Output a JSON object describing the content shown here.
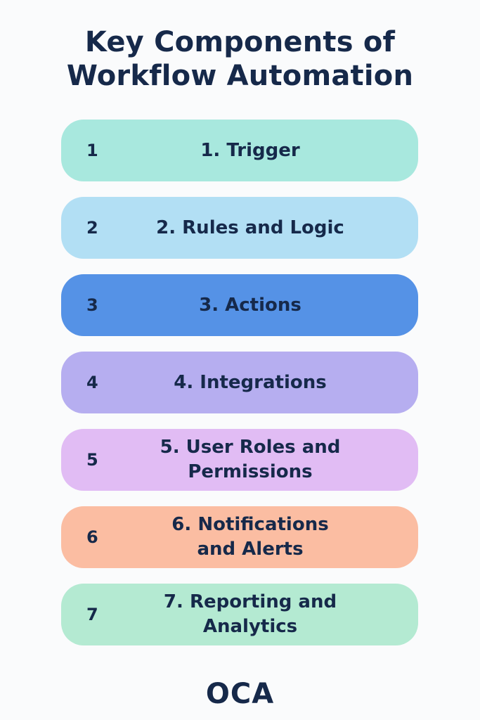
{
  "title": "Key Components of\nWorkflow Automation",
  "items": [
    {
      "number": "1",
      "label": "1. Trigger",
      "color": "#a8e8de"
    },
    {
      "number": "2",
      "label": "2. Rules and Logic",
      "color": "#b2dff4"
    },
    {
      "number": "3",
      "label": "3. Actions",
      "color": "#5592e6"
    },
    {
      "number": "4",
      "label": "4. Integrations",
      "color": "#b6aef0"
    },
    {
      "number": "5",
      "label": "5. User Roles and\nPermissions",
      "color": "#e1bcf4"
    },
    {
      "number": "6",
      "label": "6. Notifications\nand Alerts",
      "color": "#fbbda2"
    },
    {
      "number": "7",
      "label": "7. Reporting and\nAnalytics",
      "color": "#b4ead2"
    }
  ],
  "footer": "OCA"
}
